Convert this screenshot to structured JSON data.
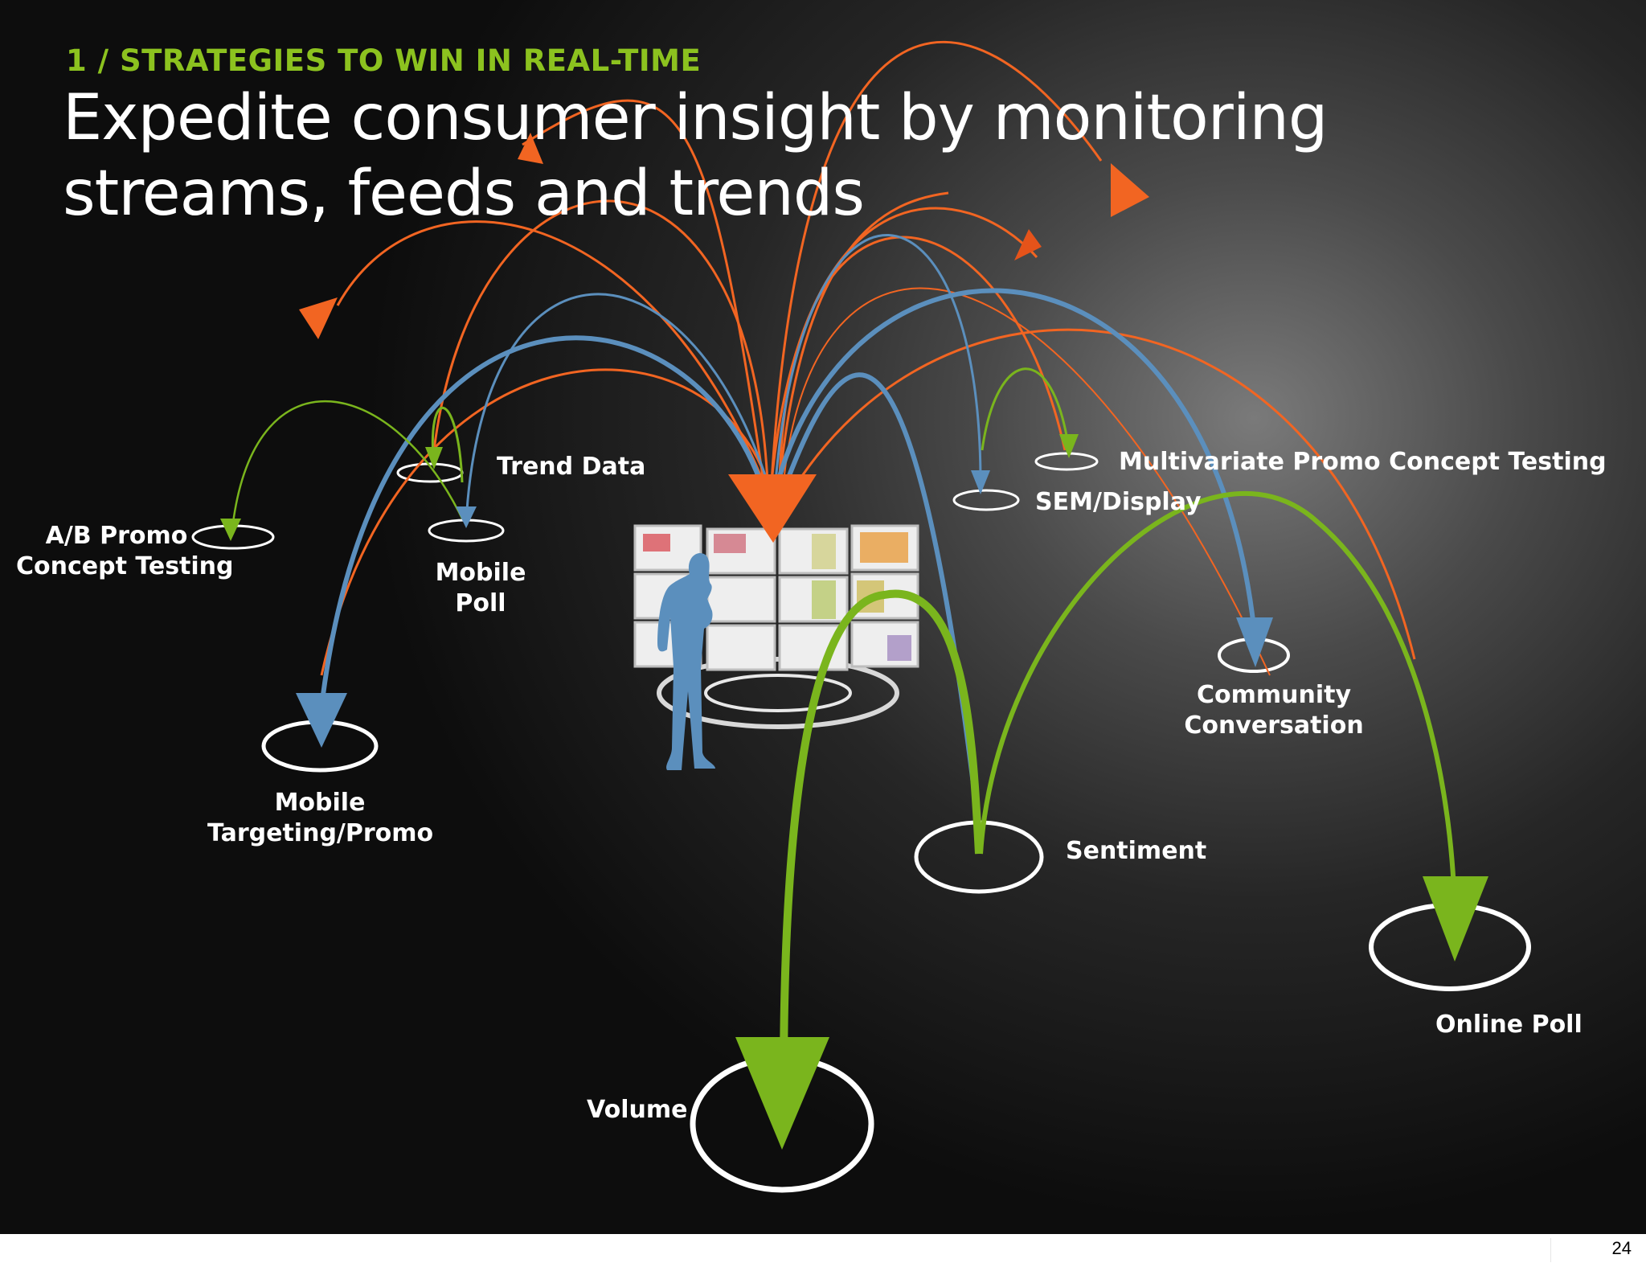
{
  "header": {
    "subtitle": "1 / STRATEGIES TO WIN IN REAL-TIME",
    "headline": "Expedite consumer insight by monitoring streams, feeds and trends"
  },
  "nodes": {
    "trend_data": "Trend Data",
    "ab_promo": [
      "A/B Promo",
      "Concept Testing"
    ],
    "mobile_poll": [
      "Mobile",
      "Poll"
    ],
    "mobile_targeting": [
      "Mobile",
      "Targeting/Promo"
    ],
    "multivariate": "Multivariate Promo Concept Testing",
    "sem_display": "SEM/Display",
    "community": [
      "Community",
      "Conversation"
    ],
    "sentiment": "Sentiment",
    "online_poll": "Online Poll",
    "volume": "Volume"
  },
  "colors": {
    "orange": "#f26522",
    "blue": "#5b8fbd",
    "green": "#7ab51d",
    "subtitle_green": "#8cc21f",
    "title_white": "#ffffff"
  },
  "figure": {
    "person_icon": "person-silhouette-icon",
    "monitor_wall_icon": "video-wall-icon"
  },
  "page_number": "24"
}
